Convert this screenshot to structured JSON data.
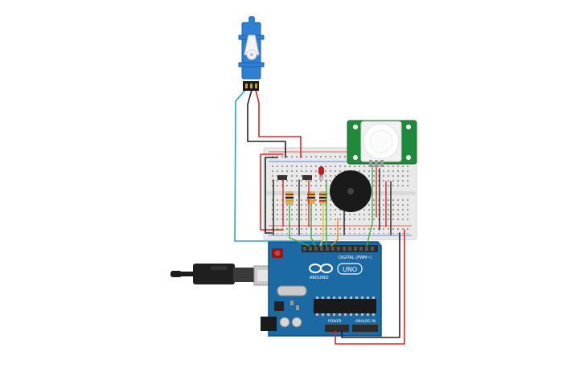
{
  "arduino": {
    "brand_text": "ARDUINO",
    "model_text": "UNO",
    "digital_header_text": "DIGITAL (PWM~)",
    "power_header_text": "POWER",
    "analog_header_text": "ANALOG IN"
  },
  "colors": {
    "arduino_board": "#1b6aa3",
    "breadboard": "#e9e9e9",
    "pir_board": "#1f8a3c",
    "servo_body": "#2f7fd3",
    "wire_red": "#d8282a",
    "wire_black": "#222222",
    "wire_green": "#3fae3f",
    "wire_orange": "#f08c1a",
    "wire_yellow": "#e8c41a",
    "wire_blue": "#2aa0d8"
  },
  "components": [
    "servo-motor",
    "breadboard",
    "pir-sensor",
    "piezo-buzzer",
    "red-led",
    "resistor",
    "push-button",
    "arduino-uno",
    "usb-cable"
  ]
}
